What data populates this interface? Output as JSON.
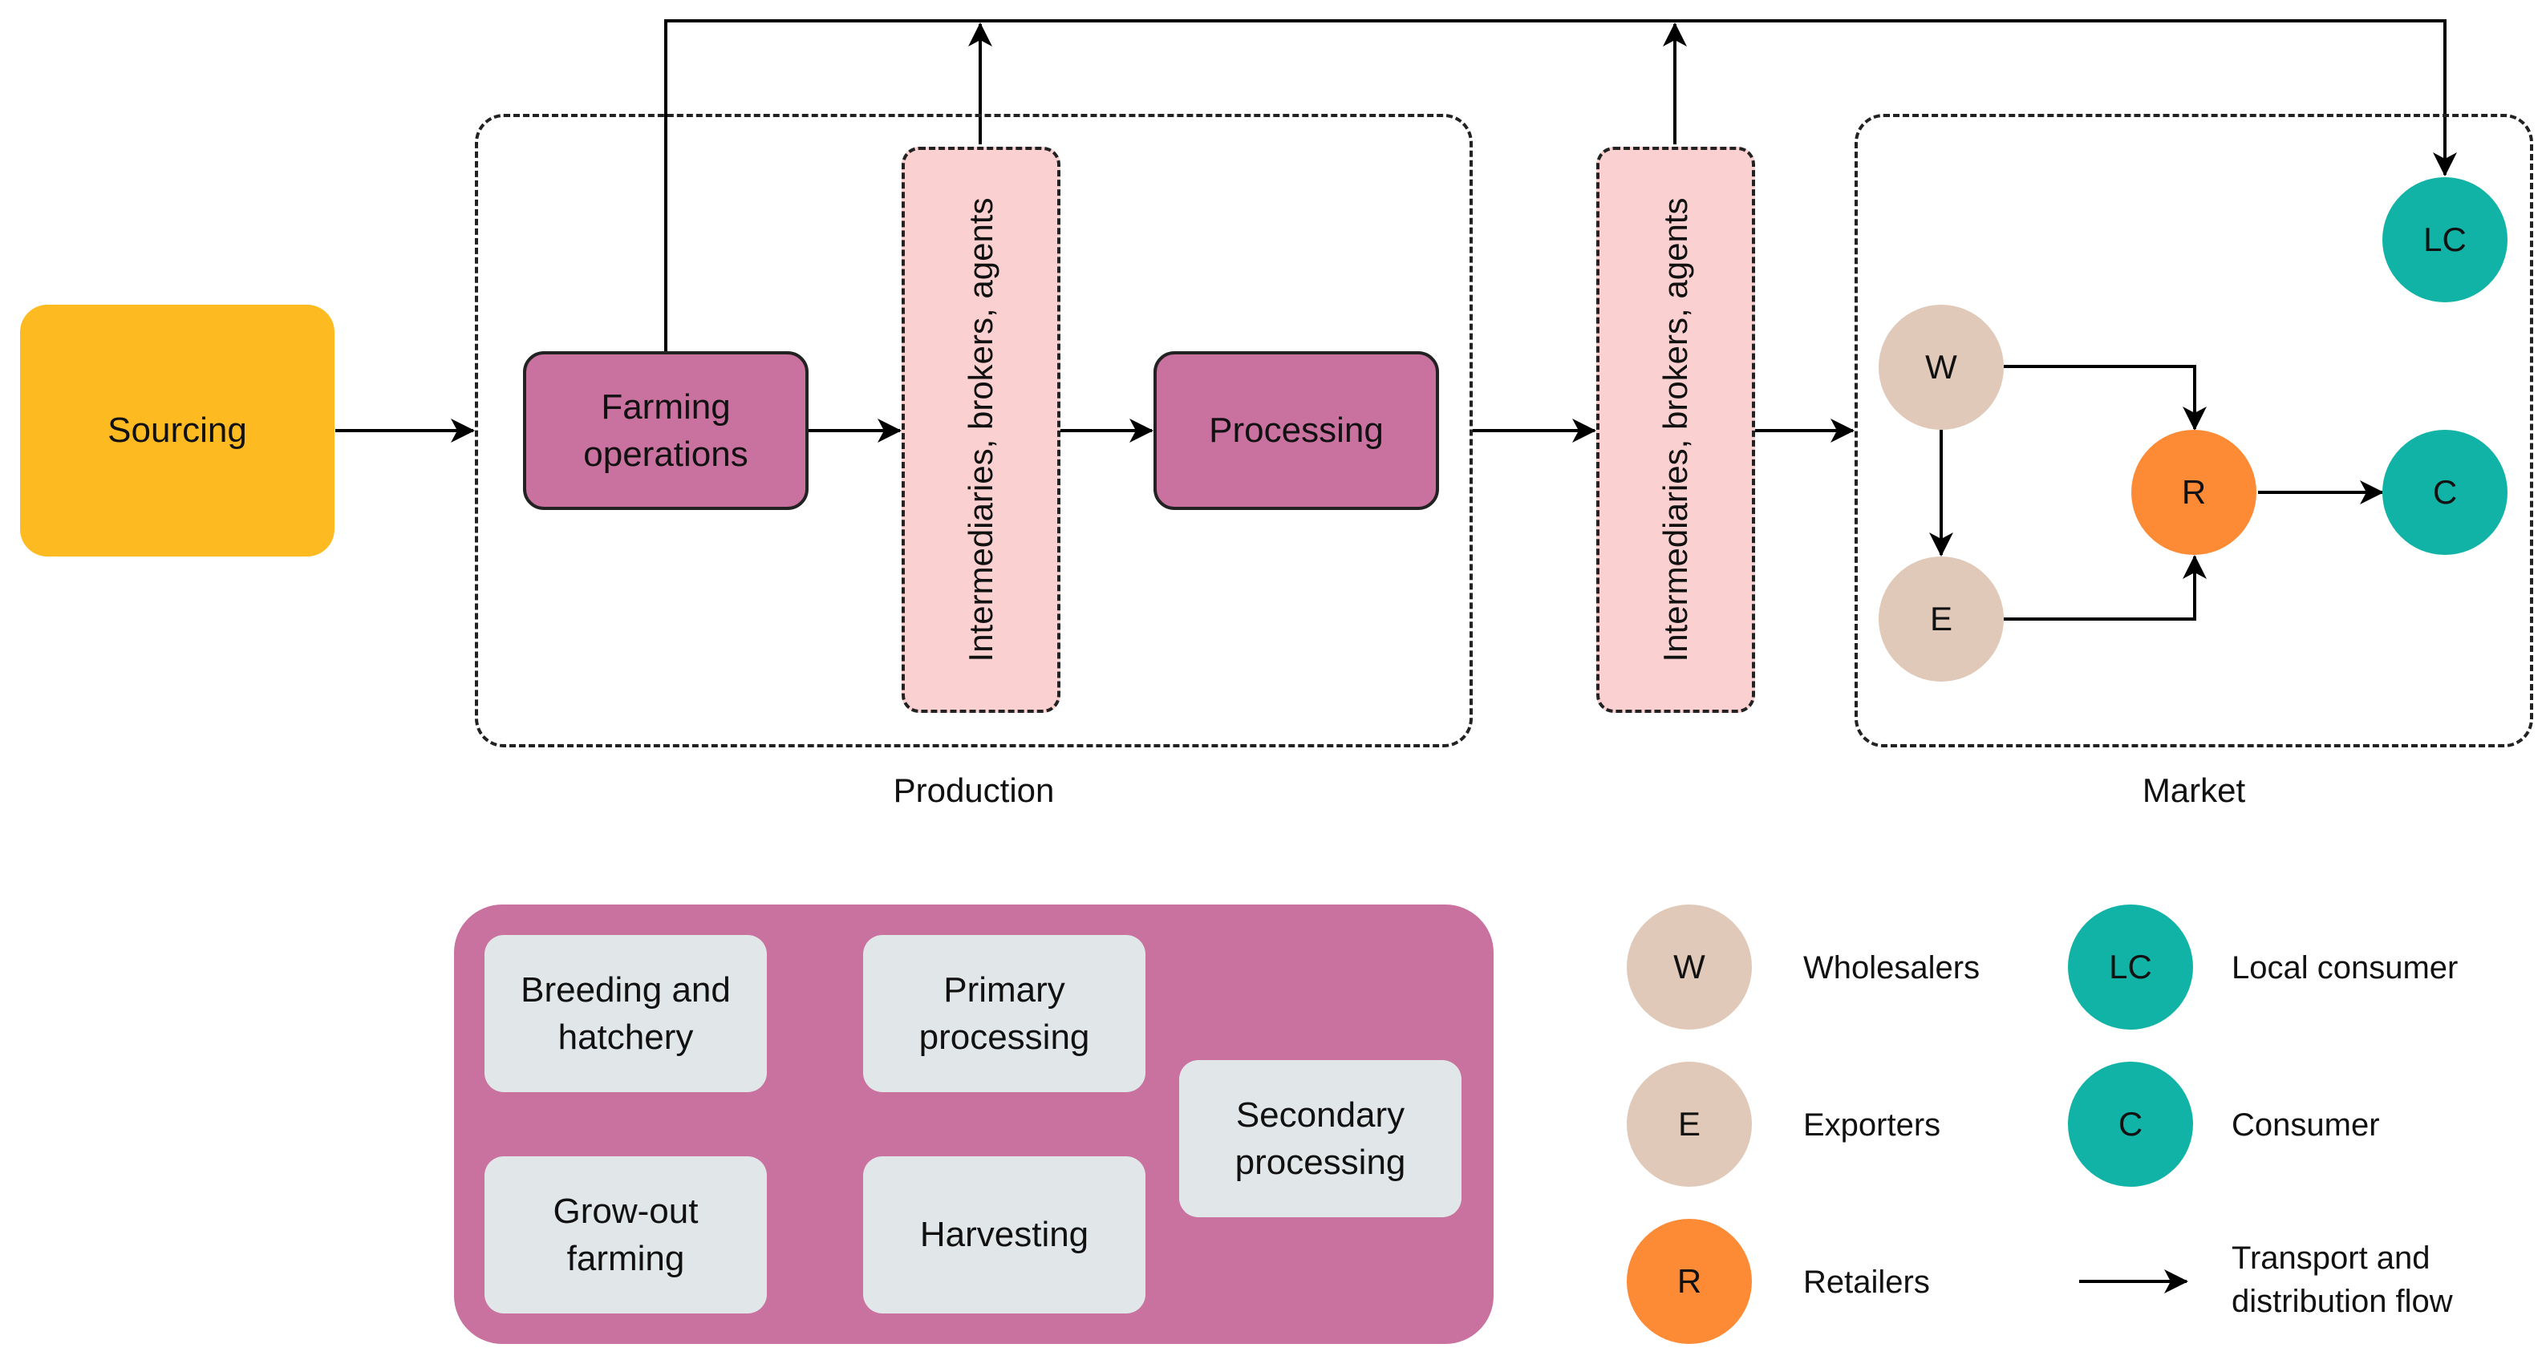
{
  "nodes": {
    "sourcing": "Sourcing",
    "farming": "Farming operations",
    "processing": "Processing",
    "intermediaries_1": "Intermediaries, brokers, agents",
    "intermediaries_2": "Intermediaries, brokers, agents"
  },
  "groups": {
    "production": "Production",
    "market": "Market"
  },
  "market_nodes": {
    "wholesalers": "W",
    "exporters": "E",
    "retailers": "R",
    "local_consumer": "LC",
    "consumer": "C"
  },
  "detail_steps": {
    "breeding": "Breeding and hatchery",
    "growout": "Grow-out farming",
    "harvesting": "Harvesting",
    "primary": "Primary processing",
    "secondary": "Secondary processing"
  },
  "legend": {
    "w_symbol": "W",
    "w_label": "Wholesalers",
    "e_symbol": "E",
    "e_label": "Exporters",
    "r_symbol": "R",
    "r_label": "Retailers",
    "lc_symbol": "LC",
    "lc_label": "Local consumer",
    "c_symbol": "C",
    "c_label": "Consumer",
    "flow_label": "Transport and distribution flow"
  },
  "colors": {
    "sourcing": "#fdbb21",
    "production_step": "#c9729f",
    "intermediary": "#fbd0d0",
    "wholesaler_exporter": "#e0c9b8",
    "retailer": "#fd8a35",
    "consumer": "#12b3a7",
    "detail_step": "#e1e7e8"
  }
}
